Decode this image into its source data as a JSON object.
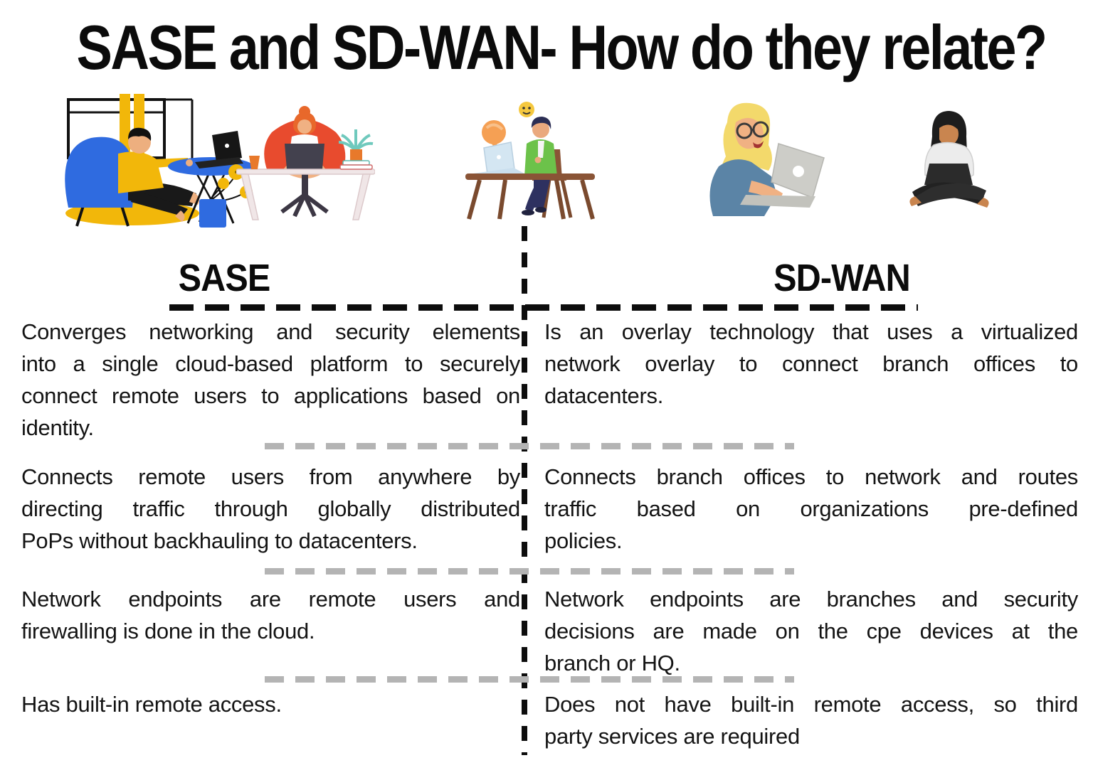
{
  "title": "SASE and SD-WAN- How do they relate?",
  "columns": {
    "sase": {
      "header": "SASE"
    },
    "sdwan": {
      "header": "SD-WAN"
    }
  },
  "rows": [
    {
      "sase_lines": [
        "Converges networking and security elements",
        "into a single cloud-based platform to securely",
        "connect remote users to applications based on",
        "identity."
      ],
      "sdwan_lines": [
        "Is an overlay technology that uses a virtualized",
        "network overlay to connect branch offices to",
        "datacenters."
      ]
    },
    {
      "sase_lines": [
        "Connects remote users from anywhere by",
        "directing traffic through globally distributed",
        "PoPs without backhauling to datacenters."
      ],
      "sdwan_lines": [
        "Connects branch offices to network and routes",
        "traffic based on organizations pre-defined",
        "policies."
      ]
    },
    {
      "sase_lines": [
        "Network endpoints are remote users and",
        "firewalling is done in the cloud."
      ],
      "sdwan_lines": [
        "Network endpoints are branches and security",
        "decisions are made on the cpe devices at the",
        "branch or HQ."
      ]
    },
    {
      "sase_lines": [
        "Has built-in remote access."
      ],
      "sdwan_lines": [
        "Does not have built-in remote access, so third",
        "party services are required"
      ]
    }
  ],
  "illustrations": [
    {
      "name": "remote-worker-blue-armchair"
    },
    {
      "name": "remote-worker-red-chair-desk"
    },
    {
      "name": "remote-worker-wooden-desk"
    },
    {
      "name": "remote-worker-blonde-laptop"
    },
    {
      "name": "remote-worker-cross-legged-laptop"
    }
  ],
  "colors": {
    "text": "#141414",
    "divider_black": "#0d0d0d",
    "divider_gray": "#b4b4b4",
    "accent_yellow": "#f2b70a",
    "accent_blue": "#2f6be0",
    "accent_red": "#e84b2e",
    "accent_green": "#6cc24a",
    "accent_orange": "#f5a054",
    "accent_teal": "#7fd4c4",
    "accent_navy": "#2e3160"
  }
}
